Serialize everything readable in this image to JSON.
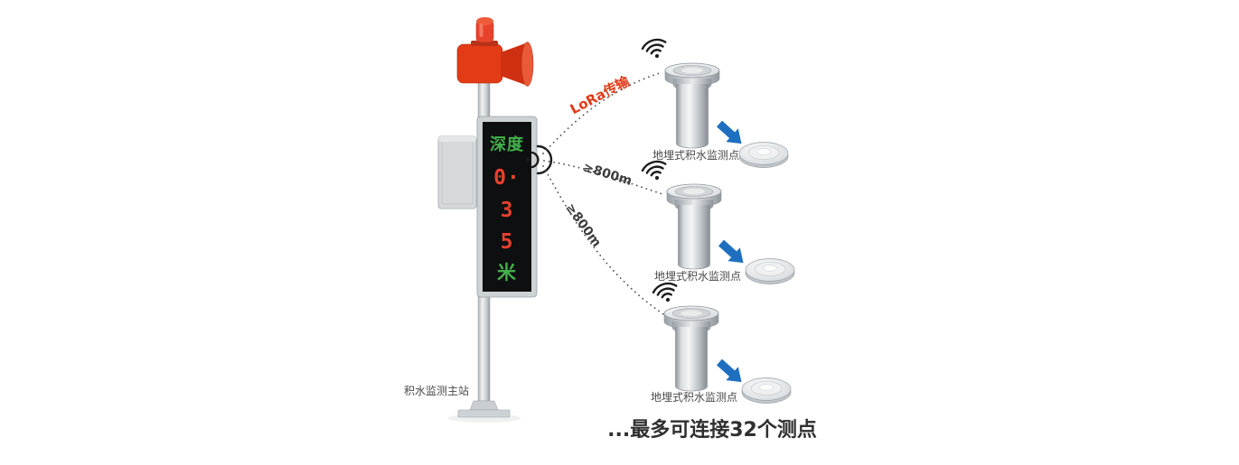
{
  "station": {
    "label": "积水监测主站",
    "display": {
      "lines": [
        {
          "text": "深度",
          "color": "#43b14b"
        },
        {
          "text": "0·",
          "color": "#e8402e"
        },
        {
          "text": "3",
          "color": "#e8402e"
        },
        {
          "text": "5",
          "color": "#e8402e"
        },
        {
          "text": "米",
          "color": "#43b14b"
        }
      ]
    }
  },
  "links": [
    {
      "label": "LoRa传输",
      "color": "#e23a18"
    },
    {
      "label": "≥800m",
      "color": "#3c3c3c"
    },
    {
      "label": "≥800m",
      "color": "#3c3c3c"
    }
  ],
  "sensors": [
    {
      "label": "地埋式积水监测点"
    },
    {
      "label": "地埋式积水监测点"
    },
    {
      "label": "地埋式积水监测点"
    }
  ],
  "footer": {
    "text": "...最多可连接32个测点"
  },
  "colors": {
    "alarm_red": "#e23b16",
    "arrow_blue": "#1e6fc0"
  }
}
